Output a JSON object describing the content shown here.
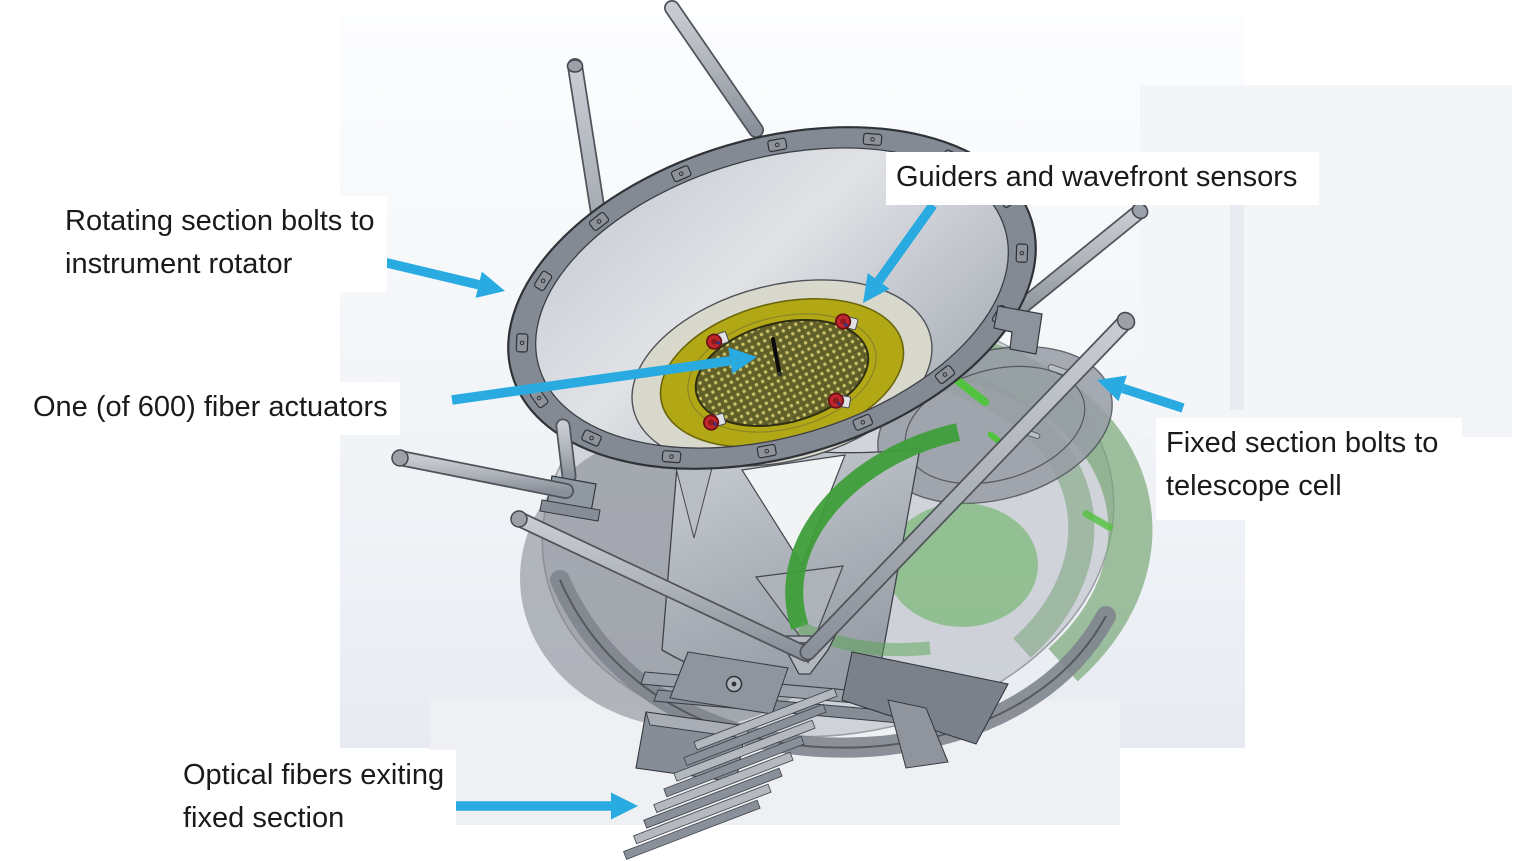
{
  "slide": {
    "background_color": "#ffffff",
    "arrow_color": "#29ABE2",
    "text_color": "#1a1a1a"
  },
  "model": {
    "description": "CAD rendering of a telescope fiber-positioner instrument with rotating cone section, focal plane, fixed drum section and fiber exit ramp",
    "colors": {
      "flange_gray": "#848a93",
      "cone_interior_gray": "#d6d9de",
      "focal_ring_yellow": "#b2a816",
      "honeycomb_olive": "#62612a",
      "guider_red": "#c1272d",
      "internals_green": "#3f9e3a",
      "drum_translucent_gray": "#b4b8c0"
    }
  },
  "annotations": [
    {
      "id": "rotating-section",
      "lines": [
        "Rotating section bolts to",
        "instrument rotator"
      ],
      "arrow": {
        "icon": "callout-arrow-icon",
        "direction": "down-right"
      }
    },
    {
      "id": "guiders",
      "lines": [
        "Guiders and wavefront sensors"
      ],
      "arrow": {
        "icon": "callout-arrow-icon",
        "direction": "down-left"
      }
    },
    {
      "id": "fiber-actuators",
      "lines": [
        "One (of 600) fiber actuators"
      ],
      "arrow": {
        "icon": "callout-arrow-icon",
        "direction": "up-right"
      }
    },
    {
      "id": "fixed-section",
      "lines": [
        "Fixed section bolts to",
        "telescope cell"
      ],
      "arrow": {
        "icon": "callout-arrow-icon",
        "direction": "up-left"
      }
    },
    {
      "id": "optical-fibers",
      "lines": [
        "Optical fibers exiting",
        "fixed section"
      ],
      "arrow": {
        "icon": "callout-arrow-icon",
        "direction": "right"
      }
    }
  ]
}
